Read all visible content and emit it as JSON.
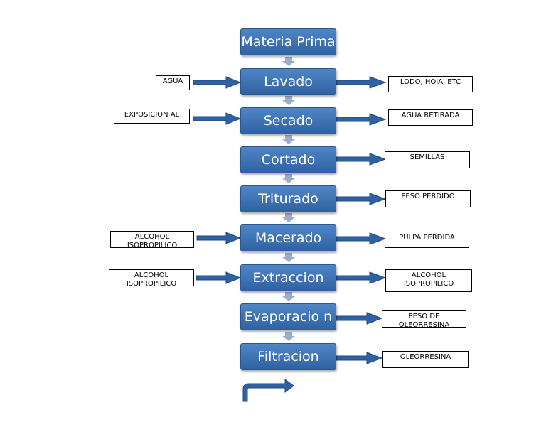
{
  "steps": {
    "materia_prima": "Materia Prima",
    "lavado": "Lavado",
    "secado": "Secado",
    "cortado": "Cortado",
    "triturado": "Triturado",
    "macerado": "Macerado",
    "extraccion": "Extraccion",
    "evaporacion": "Evaporacio n",
    "filtracion": "Filtracion"
  },
  "inputs": {
    "agua": "AGUA",
    "exposicion": "EXPOSICION AL",
    "alcohol_1": "ALCOHOL ISOPROPILICO",
    "alcohol_2": "ALCOHOL ISOPROPILICO"
  },
  "outputs": {
    "lodo": "LODO, HOJA, ETC",
    "agua_retirada": "AGUA RETIRADA",
    "semillas": "SEMILLAS",
    "peso_perdido": "PESO PERDIDO",
    "pulpa_perdida": "PULPA PERDIDA",
    "alcohol": "ALCOHOL ISOPROPILICO",
    "peso_oleorresina": "PESO DE OLEORRESINA",
    "oleorresina": "OLEORRESINA"
  },
  "colors": {
    "step_fill": "#3b6fb3",
    "connector_fill": "#2f62a3",
    "down_arrow": "#9aaecb"
  }
}
